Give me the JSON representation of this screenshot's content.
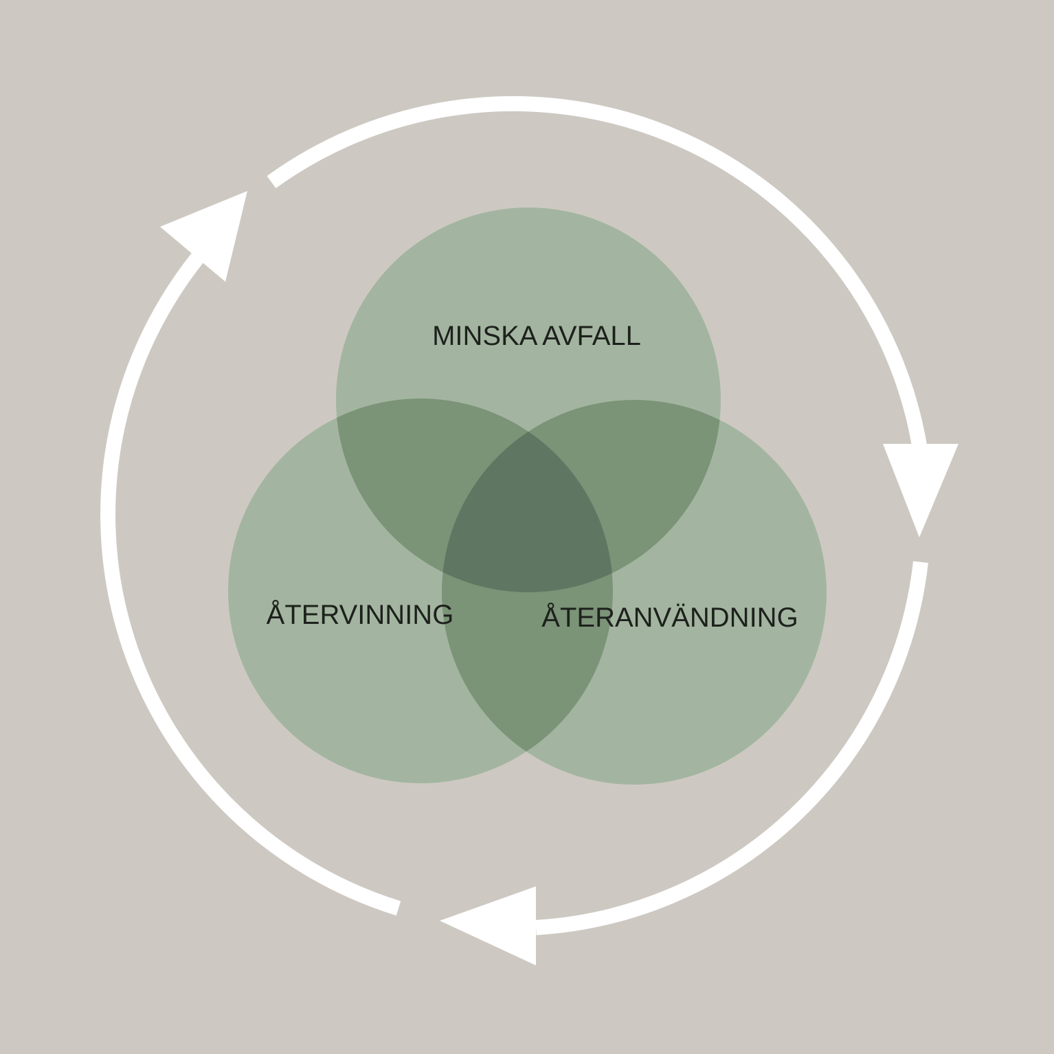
{
  "diagram": {
    "circles": [
      {
        "id": "top",
        "label": "MINSKA AVFALL"
      },
      {
        "id": "left",
        "label": "ÅTERVINNING"
      },
      {
        "id": "right",
        "label": "ÅTERANVÄNDNING"
      }
    ],
    "cycle_direction": "clockwise",
    "arrow_count": 3
  },
  "colors": {
    "background": "#cdc9c2",
    "single": "#a3b5a0",
    "double": "#7b9377",
    "triple": "#5f7662",
    "arrow": "#ffffff"
  }
}
